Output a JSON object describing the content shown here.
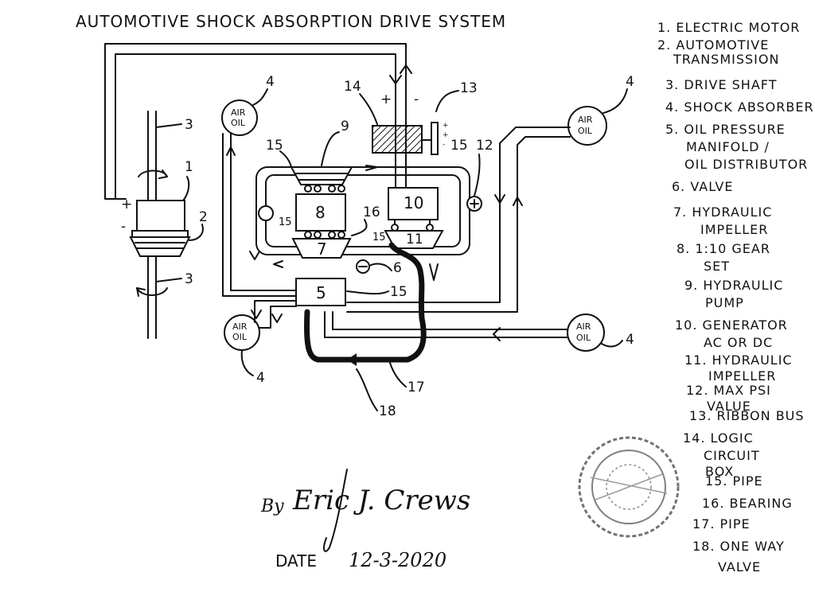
{
  "title": "AUTOMOTIVE SHOCK ABSORPTION DRIVE SYSTEM",
  "legend": [
    {
      "label": "1. ELECTRIC MOTOR"
    },
    {
      "label": "2. AUTOMOTIVE"
    },
    {
      "label": "TRANSMISSION"
    },
    {
      "label": "3. DRIVE SHAFT"
    },
    {
      "label": "4. SHOCK ABSORBER"
    },
    {
      "label": "5. OIL PRESSURE"
    },
    {
      "label": "MANIFOLD /"
    },
    {
      "label": "OIL DISTRIBUTOR"
    },
    {
      "label": "6. VALVE"
    },
    {
      "label": "7. HYDRAULIC"
    },
    {
      "label": "IMPELLER"
    },
    {
      "label": "8. 1:10 GEAR"
    },
    {
      "label": "SET"
    },
    {
      "label": "9. HYDRAULIC"
    },
    {
      "label": "PUMP"
    },
    {
      "label": "10. GENERATOR"
    },
    {
      "label": "AC OR DC"
    },
    {
      "label": "11. HYDRAULIC"
    },
    {
      "label": "IMPELLER"
    },
    {
      "label": "12. MAX PSI"
    },
    {
      "label": "VALUE"
    },
    {
      "label": "13. RIBBON BUS"
    },
    {
      "label": "14. LOGIC"
    },
    {
      "label": "CIRCUIT"
    },
    {
      "label": "BOX"
    },
    {
      "label": "15. PIPE"
    },
    {
      "label": "16. BEARING"
    },
    {
      "label": "17. PIPE"
    },
    {
      "label": "18. ONE WAY"
    },
    {
      "label": "VALVE"
    }
  ],
  "components": {
    "box8": "8",
    "box10": "10",
    "box11": "11",
    "box7": "7",
    "box5": "5"
  },
  "shock_absorber_label": {
    "line1": "AIR",
    "line2": "OIL"
  },
  "callouts": {
    "c1": "1",
    "c2": "2",
    "c3a": "3",
    "c3b": "3",
    "c4a": "4",
    "c4b": "4",
    "c4c": "4",
    "c4d": "4",
    "c5": "5",
    "c6": "6",
    "c9": "9",
    "c12": "12",
    "c13": "13",
    "c14": "14",
    "c15a": "15",
    "c15b": "15",
    "c15c": "15",
    "c15d": "15",
    "c15e": "15",
    "c16": "16",
    "c17": "17",
    "c18": "18",
    "plus_a": "+",
    "minus_a": "-",
    "plus_b": "+",
    "minus_b": "-"
  },
  "author": {
    "by": "By",
    "name": "Eric J. Crews"
  },
  "date": {
    "label": "DATE",
    "value": "12-3-2020"
  }
}
